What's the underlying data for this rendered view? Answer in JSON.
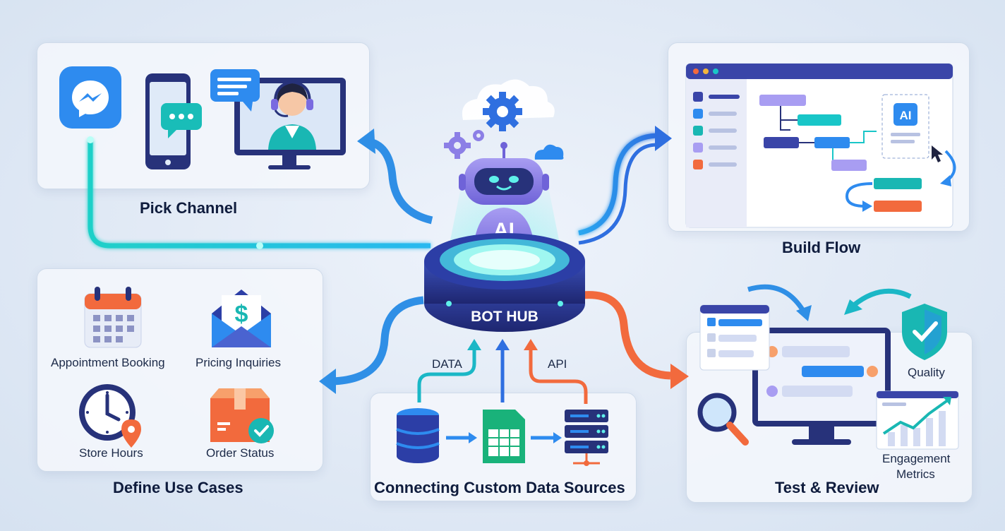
{
  "hub": {
    "label": "BOT HUB",
    "badge": "AI"
  },
  "pick_channel": {
    "title": "Pick Channel"
  },
  "build_flow": {
    "title": "Build Flow",
    "ai_badge": "AI"
  },
  "use_cases": {
    "title": "Define Use Cases",
    "items": [
      {
        "label": "Appointment Booking",
        "icon": "calendar-icon"
      },
      {
        "label": "Pricing Inquiries",
        "icon": "dollar-envelope-icon"
      },
      {
        "label": "Store Hours",
        "icon": "clock-icon"
      },
      {
        "label": "Order Status",
        "icon": "package-icon"
      }
    ]
  },
  "data_sources": {
    "title": "Connecting Custom Data Sources",
    "data_label": "DATA",
    "api_label": "API"
  },
  "test_review": {
    "title": "Test & Review",
    "quality_label": "Quality",
    "metrics_label_1": "Engagement",
    "metrics_label_2": "Metrics"
  },
  "colors": {
    "teal": "#19c6c8",
    "blue": "#2f7fe0",
    "navy": "#27327a",
    "orange": "#f26a3d",
    "purple": "#8c7fe6"
  }
}
